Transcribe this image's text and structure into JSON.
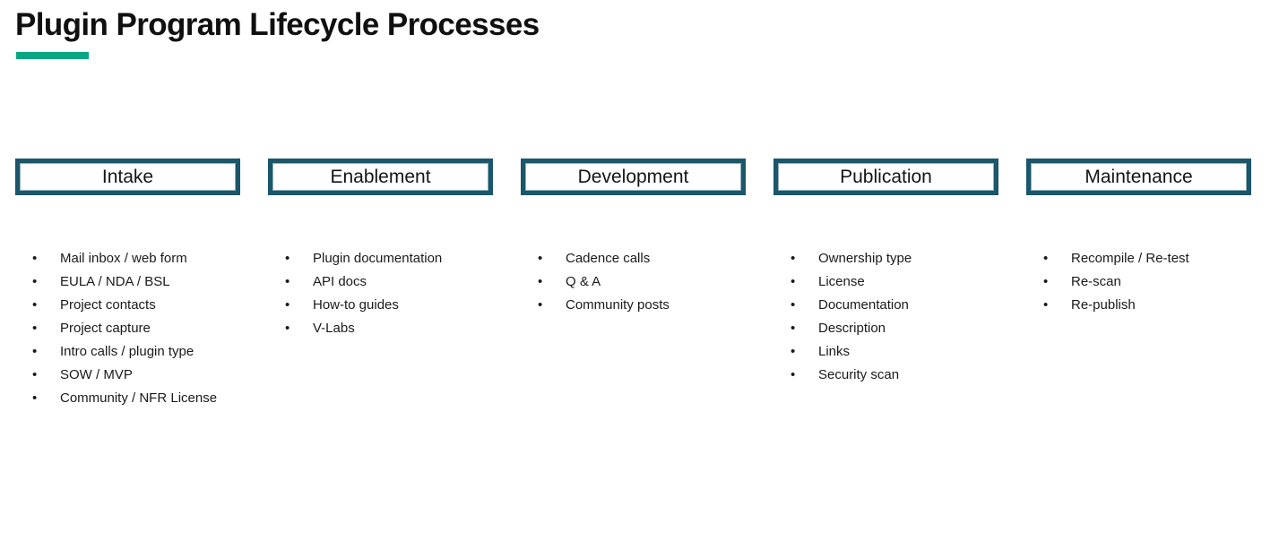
{
  "title": "Plugin Program Lifecycle Processes",
  "colors": {
    "accent_green": "#0BA783",
    "border_teal": "#1B566B",
    "title_text": "#101010",
    "body_text": "#1A1A1A"
  },
  "columns": [
    {
      "title": "Intake",
      "items": [
        "Mail inbox / web form",
        "EULA / NDA / BSL",
        "Project contacts",
        "Project capture",
        "Intro calls / plugin type",
        "SOW / MVP",
        "Community / NFR License"
      ]
    },
    {
      "title": "Enablement",
      "items": [
        "Plugin documentation",
        "API docs",
        "How-to guides",
        "V-Labs"
      ]
    },
    {
      "title": "Development",
      "items": [
        "Cadence calls",
        "Q & A",
        "Community posts"
      ]
    },
    {
      "title": "Publication",
      "items": [
        "Ownership type",
        "License",
        "Documentation",
        "Description",
        "Links",
        "Security scan"
      ]
    },
    {
      "title": "Maintenance",
      "items": [
        "Recompile / Re-test",
        "Re-scan",
        "Re-publish"
      ]
    }
  ]
}
